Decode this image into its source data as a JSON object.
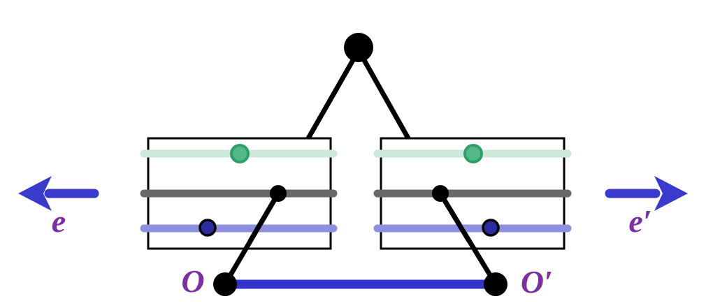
{
  "diagram": {
    "labels": {
      "e_left": "e",
      "e_right": "e′",
      "o_left": "O",
      "o_right": "O′"
    },
    "colors": {
      "black": "#000000",
      "arrow_blue": "#3a3acc",
      "connector_blue": "#3332c9",
      "label_purple": "#7c2f9e",
      "mint_line": "#cde9da",
      "green_dot_fill": "#54b88a",
      "green_dot_stroke": "#2f9e69",
      "gray_line": "#696969",
      "lavender_line": "#8f8fe0",
      "navy_dot_fill": "#2b2ba2"
    },
    "icons": {
      "left_arrow": "arrow-left",
      "right_arrow": "arrow-right"
    }
  }
}
